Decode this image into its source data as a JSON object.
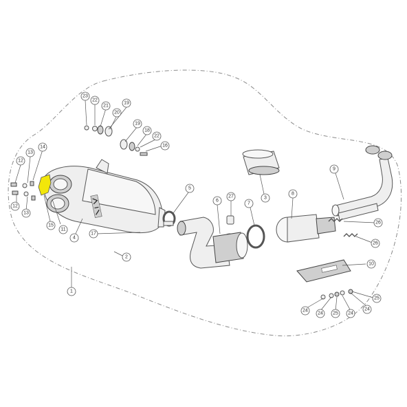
{
  "diagram": {
    "highlight_color": "#f2e60a",
    "callouts": {
      "c1": "1",
      "c2": "2",
      "c3": "3",
      "c4": "4",
      "c5": "5",
      "c6": "6",
      "c7": "7",
      "c8": "8",
      "c9": "9",
      "c10": "10",
      "c11": "11",
      "c12a": "12",
      "c12b": "12",
      "c13a": "13",
      "c13b": "13",
      "c14": "14",
      "c15": "15",
      "c16": "16",
      "c17": "17",
      "c18": "18",
      "c19a": "19",
      "c19b": "19",
      "c20": "20",
      "c21": "21",
      "c22a": "22",
      "c22b": "22",
      "c23": "23",
      "c24a": "24",
      "c24b": "24",
      "c24c": "24",
      "c25a": "25",
      "c25b": "25",
      "c26a": "26",
      "c26b": "26",
      "c27": "27"
    }
  }
}
